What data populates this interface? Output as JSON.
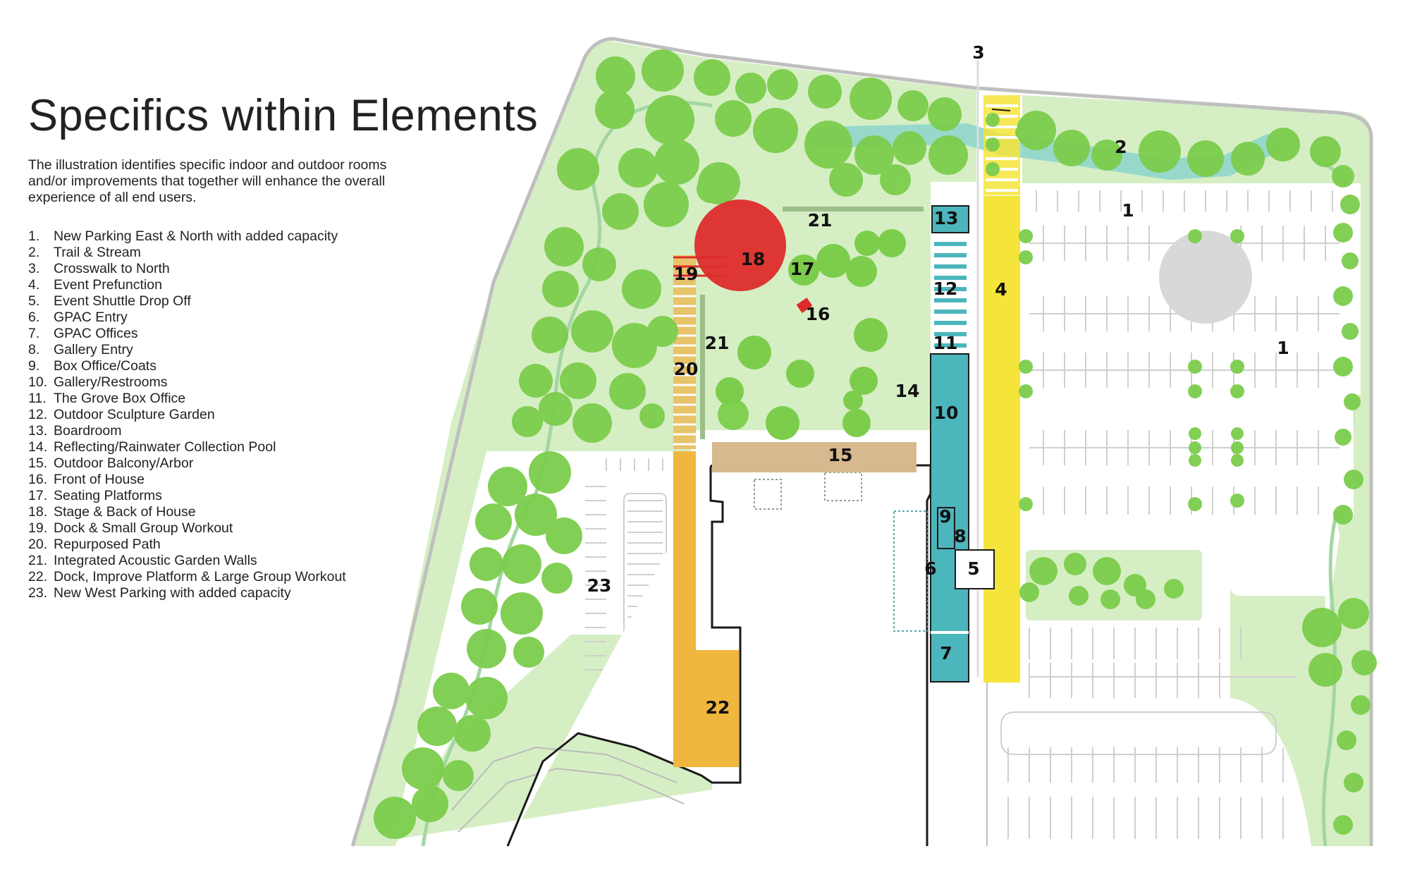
{
  "title": "Specifics within Elements",
  "description": "The illustration identifies specific indoor and outdoor rooms and/or improvements that together will enhance the overall experience of all end users.",
  "legend": [
    {
      "num": "1.",
      "text": "New Parking East & North with added capacity"
    },
    {
      "num": "2.",
      "text": "Trail & Stream"
    },
    {
      "num": "3.",
      "text": "Crosswalk to North"
    },
    {
      "num": "4.",
      "text": "Event Prefunction"
    },
    {
      "num": "5.",
      "text": "Event Shuttle Drop Off"
    },
    {
      "num": "6.",
      "text": "GPAC Entry"
    },
    {
      "num": "7.",
      "text": "GPAC Offices"
    },
    {
      "num": "8.",
      "text": "Gallery Entry"
    },
    {
      "num": "9.",
      "text": "Box Office/Coats"
    },
    {
      "num": "10.",
      "text": "Gallery/Restrooms"
    },
    {
      "num": "11.",
      "text": "The Grove Box Office"
    },
    {
      "num": "12.",
      "text": "Outdoor Sculpture Garden"
    },
    {
      "num": "13.",
      "text": "Boardroom"
    },
    {
      "num": "14.",
      "text": "Reflecting/Rainwater Collection Pool"
    },
    {
      "num": "15.",
      "text": "Outdoor Balcony/Arbor"
    },
    {
      "num": "16.",
      "text": "Front of House"
    },
    {
      "num": "17.",
      "text": "Seating Platforms"
    },
    {
      "num": "18.",
      "text": "Stage & Back of House"
    },
    {
      "num": "19.",
      "text": "Dock & Small Group Workout"
    },
    {
      "num": "20.",
      "text": "Repurposed Path"
    },
    {
      "num": "21.",
      "text": "Integrated Acoustic Garden Walls"
    },
    {
      "num": "22.",
      "text": "Dock, Improve Platform & Large Group Workout"
    },
    {
      "num": "23.",
      "text": "New West Parking with added capacity"
    }
  ],
  "map_labels": {
    "l1": "1",
    "l2": "2",
    "l3": "3",
    "l4": "4",
    "l5": "5",
    "l6": "6",
    "l7": "7",
    "l8": "8",
    "l9": "9",
    "l10": "10",
    "l11": "11",
    "l12": "12",
    "l13": "13",
    "l14": "14",
    "l15": "15",
    "l16": "16",
    "l17": "17",
    "l18": "18",
    "l19": "19",
    "l20": "20",
    "l21": "21",
    "l22": "22",
    "l23": "23"
  },
  "colors": {
    "lawn": "#d6eec4",
    "tree": "#7ccd4c",
    "stream": "#8fd6cc",
    "stage": "#dd2b2b",
    "event_prefunction": "#f5e43a",
    "gallery": "#4cb6bd",
    "dock_path": "#efb73e",
    "balcony": "#d6b98e",
    "parking_island": "#d8d8d8"
  }
}
